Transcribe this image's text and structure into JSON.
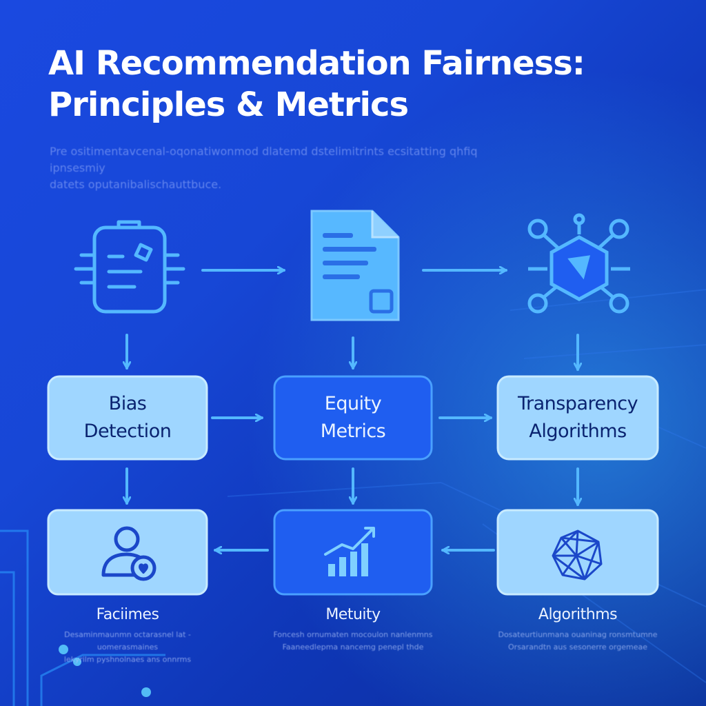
{
  "header": {
    "title_line1": "AI Recommendation Fairness:",
    "title_line2": "Principles & Metrics",
    "subtitle_line1": "Pre ositimentavcenal-oqonatiwonmod dlatemd dstelimitrints ecsitatting qhfiq ipnsesmiy",
    "subtitle_line2": "datets oputanibalischauttbuce."
  },
  "diagram": {
    "top_icons": [
      {
        "icon": "ai-chip-document-icon"
      },
      {
        "icon": "document-icon"
      },
      {
        "icon": "network-hexagon-icon"
      }
    ],
    "middle_boxes": [
      {
        "line1": "Bias",
        "line2": "Detection"
      },
      {
        "line1": "Equity",
        "line2": "Metrics"
      },
      {
        "line1": "Transparency",
        "line2": "Algorithms"
      }
    ],
    "bottom_cards": [
      {
        "icon": "user-heart-icon",
        "label": "Faciimes",
        "desc1": "Desaminmaunmn octarasnel lat - uomerasmaines",
        "desc2": "lekyrilm pyshnolnaes ans onnrms"
      },
      {
        "icon": "bar-chart-growth-icon",
        "label": "Metuity",
        "desc1": "Foncesh ornumaten mocoulon nanlenmns",
        "desc2": "Faaneedlepma nancemg penepl thde"
      },
      {
        "icon": "geodesic-sphere-icon",
        "label": "Algorithms",
        "desc1": "Dosateurtiunmana ouaninag ronsmtumne",
        "desc2": "Orsarandtn aus sesonerre orgemeae"
      }
    ]
  },
  "colors": {
    "background": "#1747d6",
    "light_box": "#9fd6ff",
    "dark_box": "#1f5ef0",
    "line": "#54b8ff"
  }
}
